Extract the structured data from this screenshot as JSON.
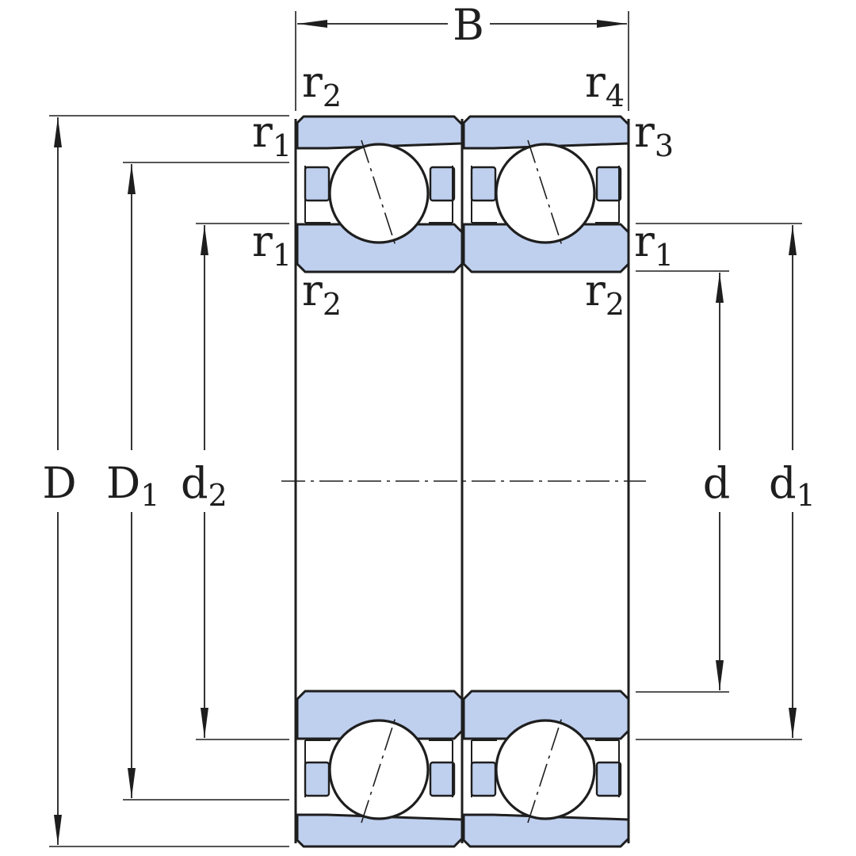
{
  "drawing": {
    "labels": {
      "B": "B",
      "D": "D",
      "D1_base": "D",
      "D1_sub": "1",
      "d2_base": "d",
      "d2_sub": "2",
      "d": "d",
      "d1_base": "d",
      "d1_sub": "1",
      "r": "r",
      "sub1": "1",
      "sub2": "2",
      "sub3": "3",
      "sub4": "4"
    },
    "colors": {
      "ring_fill": "#bfcfee",
      "line": "#1e1e1e",
      "background": "#ffffff"
    }
  }
}
